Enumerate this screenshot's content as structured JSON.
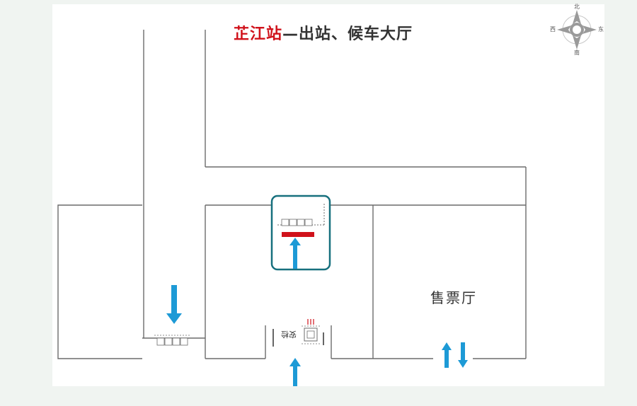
{
  "title": {
    "station": "芷江站",
    "rest": "—出站、候车大厅"
  },
  "rooms": {
    "ticket_hall": "售票厅"
  },
  "compass": {
    "north": "北",
    "south": "南",
    "east": "东",
    "west": "西"
  },
  "security": {
    "label": "安检"
  },
  "colors": {
    "wall": "#6b6b6b",
    "arrow": "#1d9ad6",
    "highlight_frame": "#17707e",
    "gate_bar": "#d0121b",
    "title_accent": "#d0121b"
  },
  "icons": [
    "compass-icon",
    "down-arrow-icon",
    "up-arrow-icon",
    "turnstile-icon",
    "security-scanner-icon",
    "ticket-gate-icon"
  ]
}
